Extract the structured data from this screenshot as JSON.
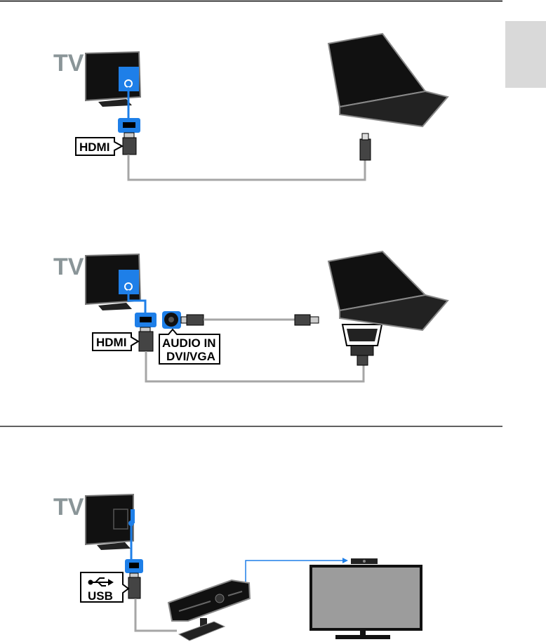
{
  "colors": {
    "accent_blue": "#1e7fe8",
    "cable_gray": "#a6a6a6",
    "tab_gray": "#d9d9d9",
    "tv_label_gray": "#8a9598"
  },
  "diagram1": {
    "tv_label": "TV",
    "port_label": "HDMI"
  },
  "diagram2": {
    "tv_label": "TV",
    "port_label": "HDMI",
    "audio_label_line1": "AUDIO IN",
    "audio_label_line2": "DVI/VGA"
  },
  "diagram3": {
    "tv_label": "TV",
    "port_label": "USB",
    "port_icon": "usb-icon"
  }
}
